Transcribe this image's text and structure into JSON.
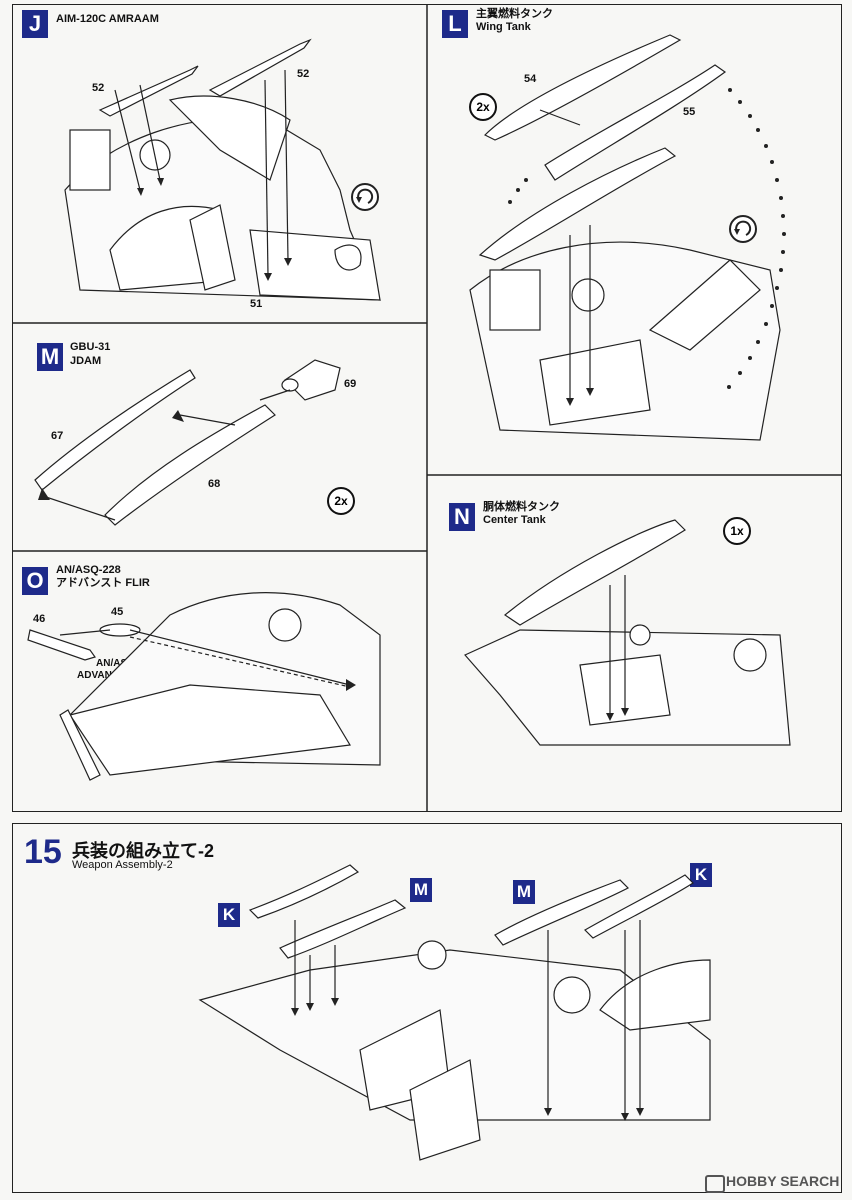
{
  "panels": {
    "j": {
      "letter": "J",
      "title": "AIM-120C AMRAAM",
      "parts": [
        "52",
        "52",
        "51"
      ]
    },
    "l": {
      "letter": "L",
      "title_jp": "主翼燃料タンク",
      "title_en": "Wing Tank",
      "parts": [
        "54",
        "55"
      ],
      "quantity": "2x"
    },
    "m": {
      "letter": "M",
      "title_line1": "GBU-31",
      "title_line2": "JDAM",
      "parts": [
        "69",
        "67",
        "68"
      ],
      "quantity": "2x"
    },
    "n": {
      "letter": "N",
      "title_jp": "胴体燃料タンク",
      "title_en": "Center Tank",
      "quantity": "1x"
    },
    "o": {
      "letter": "O",
      "title_line1": "AN/ASQ-228",
      "title_line2": "アドバンスト FLIR",
      "parts": [
        "46",
        "45"
      ],
      "callout_line1": "AN/ASQ-228",
      "callout_line2": "ADVANCED FLIR"
    }
  },
  "step15": {
    "number": "15",
    "title": "兵装の組み立て-2",
    "subtitle": "Weapon Assembly-2",
    "markers": [
      "K",
      "M",
      "M",
      "K"
    ]
  },
  "watermark": {
    "text": "HOBBY SEARCH"
  },
  "colors": {
    "badge": "#1e2a8a",
    "line": "#222222",
    "paper": "#f7f7f5"
  },
  "icons": [
    "rotate-view-icon",
    "rotate-view-icon"
  ]
}
